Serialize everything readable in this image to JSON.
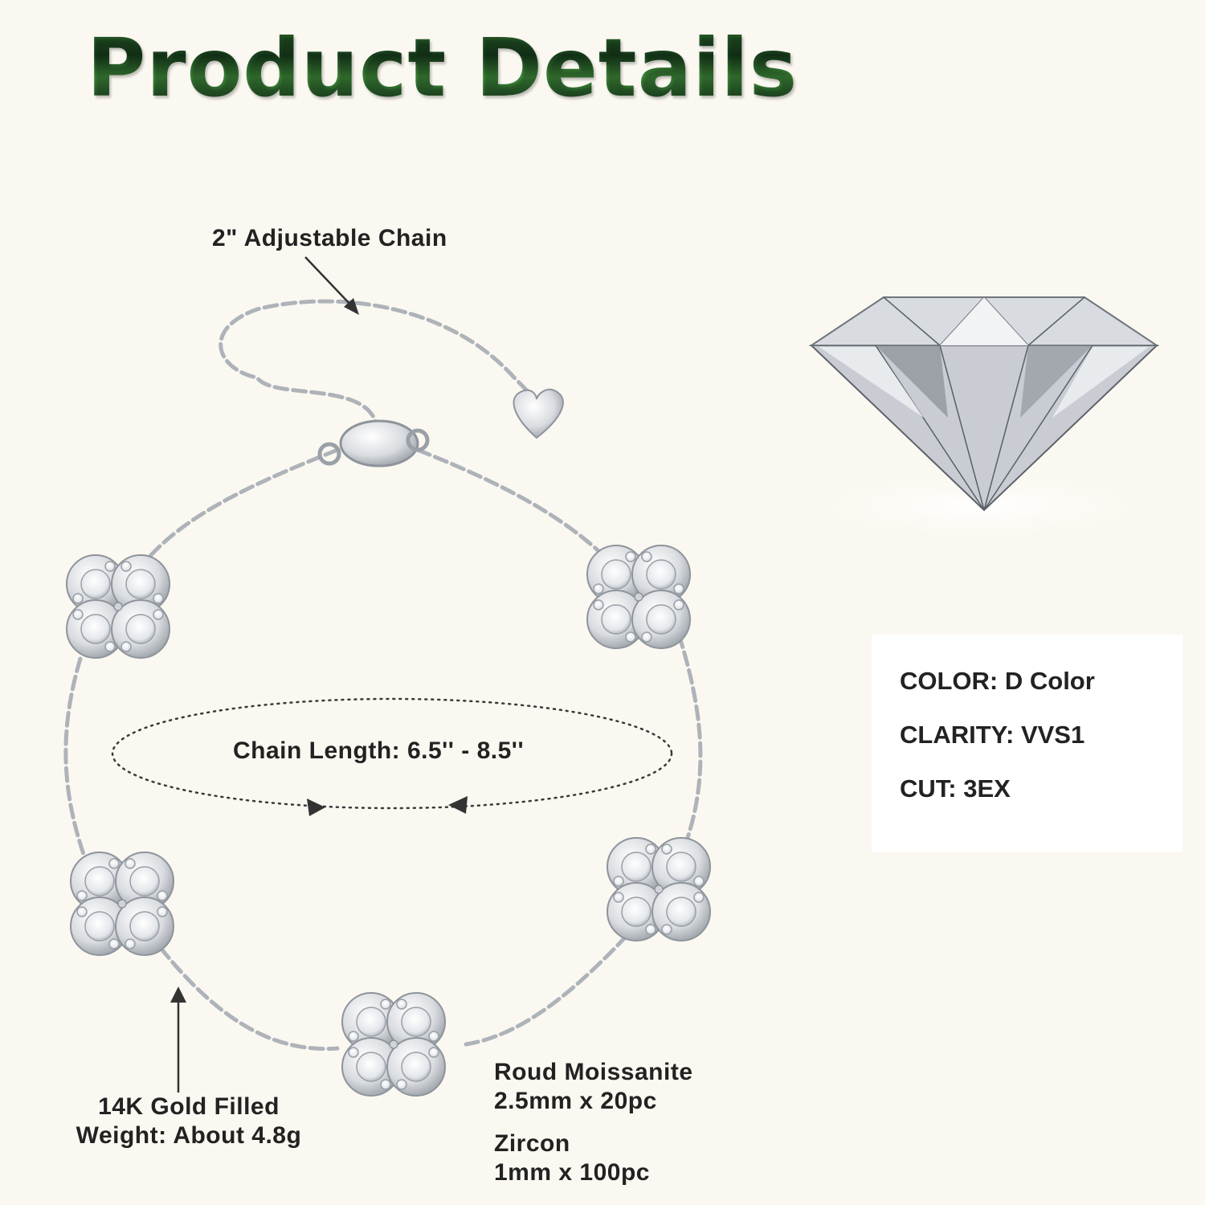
{
  "title": "Product Details",
  "labels": {
    "adjustable_chain": "2\" Adjustable Chain",
    "chain_length": "Chain Length: 6.5'' - 8.5''",
    "gold_line1": "14K Gold Filled",
    "gold_line2": "Weight: About 4.8g",
    "moissanite_line1": "Roud Moissanite",
    "moissanite_line2": "2.5mm x 20pc",
    "zircon_line1": "Zircon",
    "zircon_line2": "1mm x 100pc"
  },
  "specs": {
    "color": "COLOR: D Color",
    "clarity": "CLARITY: VVS1",
    "cut": "CUT: 3EX"
  },
  "colors": {
    "background": "#fbf8f1",
    "title_green": "#1f5a25",
    "silver": "#b8bcc2",
    "text": "#222222"
  }
}
